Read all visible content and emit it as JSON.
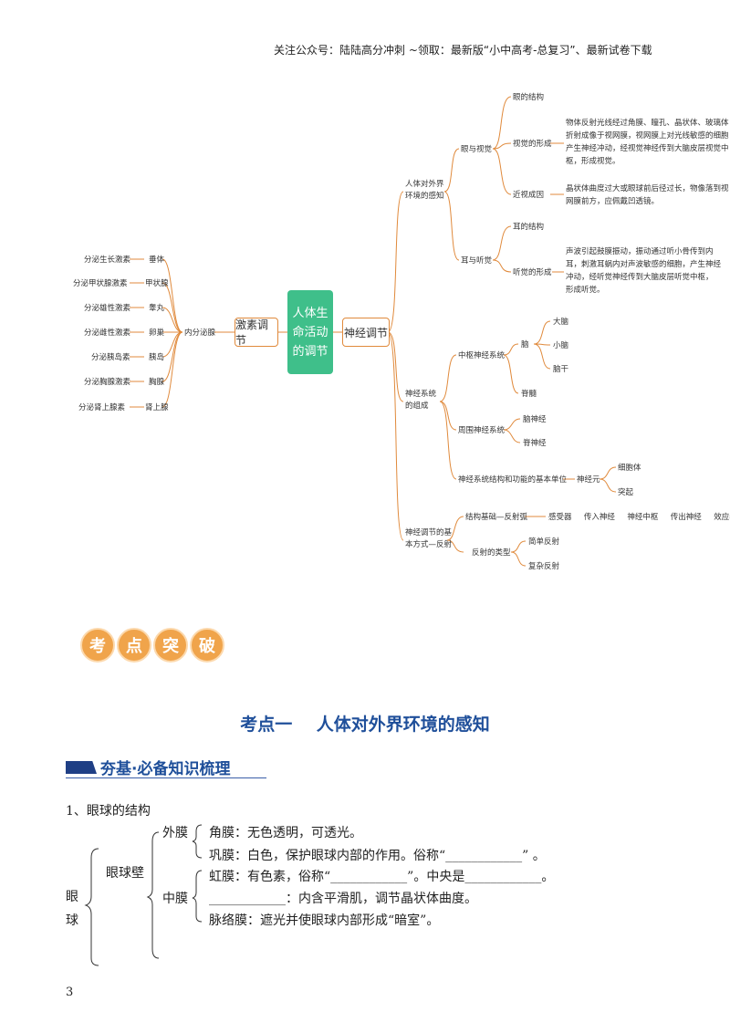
{
  "header": "关注公众号：陆陆高分冲刺 ~领取：最新版“小中高考-总复习”、最新试卷下载",
  "mindmap": {
    "center": [
      "人体生",
      "命活动",
      "的调节"
    ],
    "left_branch": "激素调节",
    "endocrine": "内分泌腺",
    "hormones": [
      "分泌生长激素",
      "分泌甲状腺激素",
      "分泌雄性激素",
      "分泌雌性激素",
      "分泌胰岛素",
      "分泌胸腺激素",
      "分泌肾上腺素"
    ],
    "glands": [
      "垂体",
      "甲状腺",
      "睾丸",
      "卵巢",
      "胰岛",
      "胸腺",
      "肾上腺"
    ],
    "right_branch": "神经调节",
    "perception": [
      "人体对外界",
      "环境的感知"
    ],
    "eye_vision": "眼与视觉",
    "eye_structure": "眼的结构",
    "vision_formation": "视觉的形成",
    "vision_text": [
      "物体反射光线经过角膜、瞳孔、晶状体、玻璃体",
      "折射成像于视网膜，视网膜上对光线敏感的细胞",
      "产生神经冲动，经视觉神经传到大脑皮层视觉中",
      "枢，形成视觉。"
    ],
    "myopia_cause": "近视成因",
    "myopia_text": [
      "晶状体曲度过大或眼球前后径过长，物像落到视",
      "网膜前方，应佩戴凹透镜。"
    ],
    "ear_hearing": "耳与听觉",
    "ear_structure": "耳的结构",
    "hearing_formation": "听觉的形成",
    "hearing_text": [
      "声波引起鼓膜振动，振动通过听小骨传到内",
      "耳，刺激耳蜗内对声波敏感的细胞，产生神经",
      "冲动，经听觉神经传到大脑皮层听觉中枢，",
      "形成听觉。"
    ],
    "nervous_system": [
      "神经系统",
      "的组成"
    ],
    "cns": "中枢神经系统",
    "brain": "脑",
    "brain_parts": [
      "大脑",
      "小脑",
      "脑干"
    ],
    "spinal": "脊髓",
    "pns": "周围神经系统",
    "pns_parts": [
      "脑神经",
      "脊神经"
    ],
    "unit": "神经系统结构和功能的基本单位",
    "neuron": "神经元",
    "neuron_parts": [
      "细胞体",
      "突起"
    ],
    "reflex_mode": [
      "神经调节的基",
      "本方式—反射"
    ],
    "reflex_basis": "结构基础—反射弧",
    "reflex_arc": [
      "感受器",
      "传入神经",
      "神经中枢",
      "传出神经",
      "效应器"
    ],
    "reflex_types": "反射的类型",
    "reflex_type_items": [
      "简单反射",
      "复杂反射"
    ]
  },
  "badge": [
    "考",
    "点",
    "突",
    "破"
  ],
  "section_title": "考点一    人体对外界环境的感知",
  "subhead": "夯基·必备知识梳理",
  "item_title": "1、眼球的结构",
  "eye": {
    "left1": "眼",
    "left2": "球",
    "wall": "眼球壁",
    "outer": "外膜",
    "middle": "中膜",
    "cornea": "角膜：无色透明，可透光。",
    "sclera": "巩膜：白色，保护眼球内部的作用。俗称“____________” 。",
    "iris": "虹膜：有色素，俗称“____________”。中央是____________。",
    "ciliary": "____________：内含平滑肌，调节晶状体曲度。",
    "choroid": "脉络膜：遮光并使眼球内部形成“暗室”。"
  },
  "page_number": "3"
}
